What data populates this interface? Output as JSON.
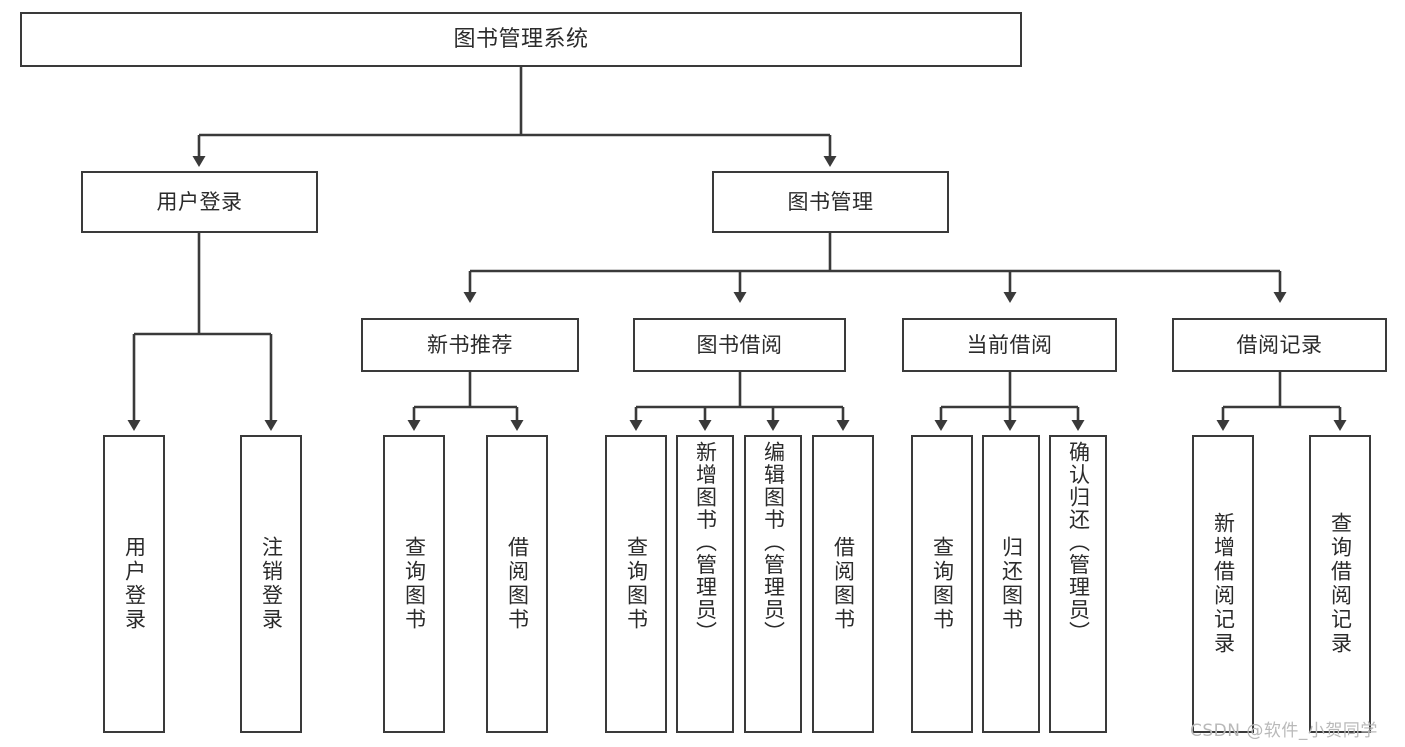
{
  "diagram": {
    "title": "图书管理系统",
    "type": "tree-hierarchy",
    "orientation": "top-down",
    "colors": {
      "box_border": "#3a3a3a",
      "box_fill": "#ffffff",
      "connector": "#3a3a3a",
      "text": "#2b2b2b",
      "watermark": "#b9b9b9"
    },
    "nodes": {
      "root": {
        "label": "图书管理系统"
      },
      "level1": [
        {
          "label": "用户登录"
        },
        {
          "label": "图书管理"
        }
      ],
      "level2": [
        {
          "label": "新书推荐"
        },
        {
          "label": "图书借阅"
        },
        {
          "label": "当前借阅"
        },
        {
          "label": "借阅记录"
        }
      ],
      "leaves": {
        "user_login": [
          {
            "label": "用户登录"
          },
          {
            "label": "注销登录"
          }
        ],
        "new_book_recommend": [
          {
            "label": "查询图书"
          },
          {
            "label": "借阅图书"
          }
        ],
        "book_borrow": [
          {
            "label": "查询图书"
          },
          {
            "label": "新增图书（管理员）"
          },
          {
            "label": "编辑图书（管理员）"
          },
          {
            "label": "借阅图书"
          }
        ],
        "current_borrow": [
          {
            "label": "查询图书"
          },
          {
            "label": "归还图书"
          },
          {
            "label": "确认归还（管理员）"
          }
        ],
        "borrow_record": [
          {
            "label": "新增借阅记录"
          },
          {
            "label": "查询借阅记录"
          }
        ]
      }
    },
    "watermark": "CSDN @软件_小贺同学"
  }
}
